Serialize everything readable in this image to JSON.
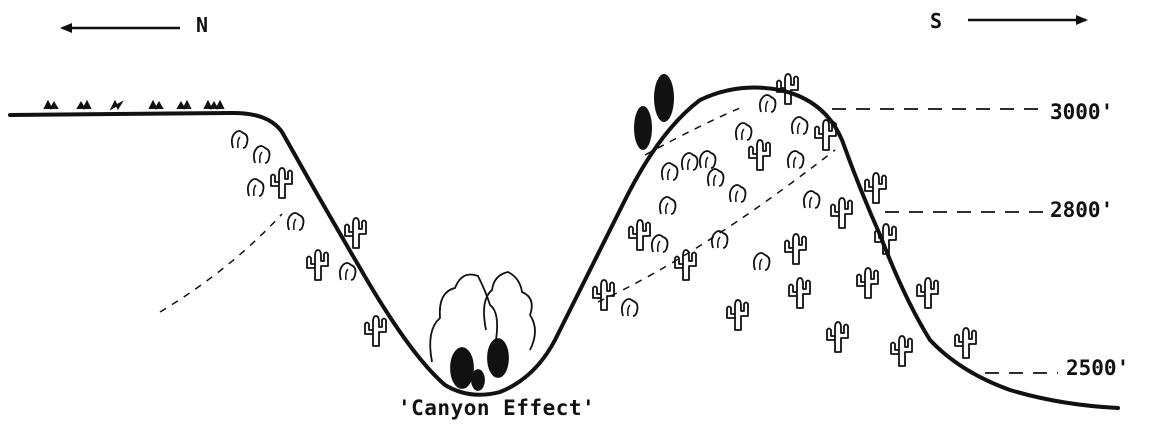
{
  "compass": {
    "north": "N",
    "south": "S"
  },
  "elevations": {
    "e3000": "3000'",
    "e2800": "2800'",
    "e2500": "2500'"
  },
  "caption": "'Canyon Effect'",
  "colors": {
    "ink": "#111111",
    "paper": "#ffffff"
  }
}
